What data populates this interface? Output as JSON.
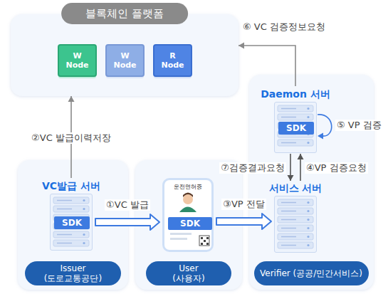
{
  "diagram": {
    "nodes": [
      {
        "text": [
          "블록체인 플랫폼"
        ]
      },
      {
        "text": [
          "W Node"
        ],
        "in": 0
      },
      {
        "text": [
          "W Node"
        ],
        "in": 0
      },
      {
        "text": [
          "R Node"
        ],
        "in": 0
      },
      {
        "text": [
          "VC발급 서버"
        ]
      },
      {
        "text": [
          "SDK"
        ],
        "in": 4
      },
      {
        "text": [
          "Issuer (도로교통공단)"
        ]
      },
      {
        "text": [
          "운전면허증"
        ]
      },
      {
        "text": [
          "SDK"
        ],
        "in": 7
      },
      {
        "text": [
          "User (사용자)"
        ]
      },
      {
        "text": [
          "Daemon 서버"
        ]
      },
      {
        "text": [
          "SDK"
        ],
        "in": 10
      },
      {
        "text": [
          "서비스 서버"
        ]
      },
      {
        "text": [
          "Verifier (공공/민간서비스)"
        ]
      }
    ],
    "edges": [
      {
        "from": 4,
        "to": 0,
        "label": "②VC 발급이력저장",
        "arrow": "to"
      },
      {
        "from": 4,
        "to": 7,
        "label": "①VC 발급",
        "arrow": "to"
      },
      {
        "from": 7,
        "to": 12,
        "label": "③VP 전달",
        "arrow": "to"
      },
      {
        "from": 12,
        "to": 10,
        "label": "④VP 검증요청",
        "arrow": "to"
      },
      {
        "from": 10,
        "to": 10,
        "label": "⑤ VP 검증",
        "arrow": "to"
      },
      {
        "from": 10,
        "to": 0,
        "label": "⑥ VC 검증정보요청",
        "arrow": "to"
      },
      {
        "from": 10,
        "to": 12,
        "label": "⑦검증결과요청",
        "arrow": "to"
      }
    ]
  }
}
